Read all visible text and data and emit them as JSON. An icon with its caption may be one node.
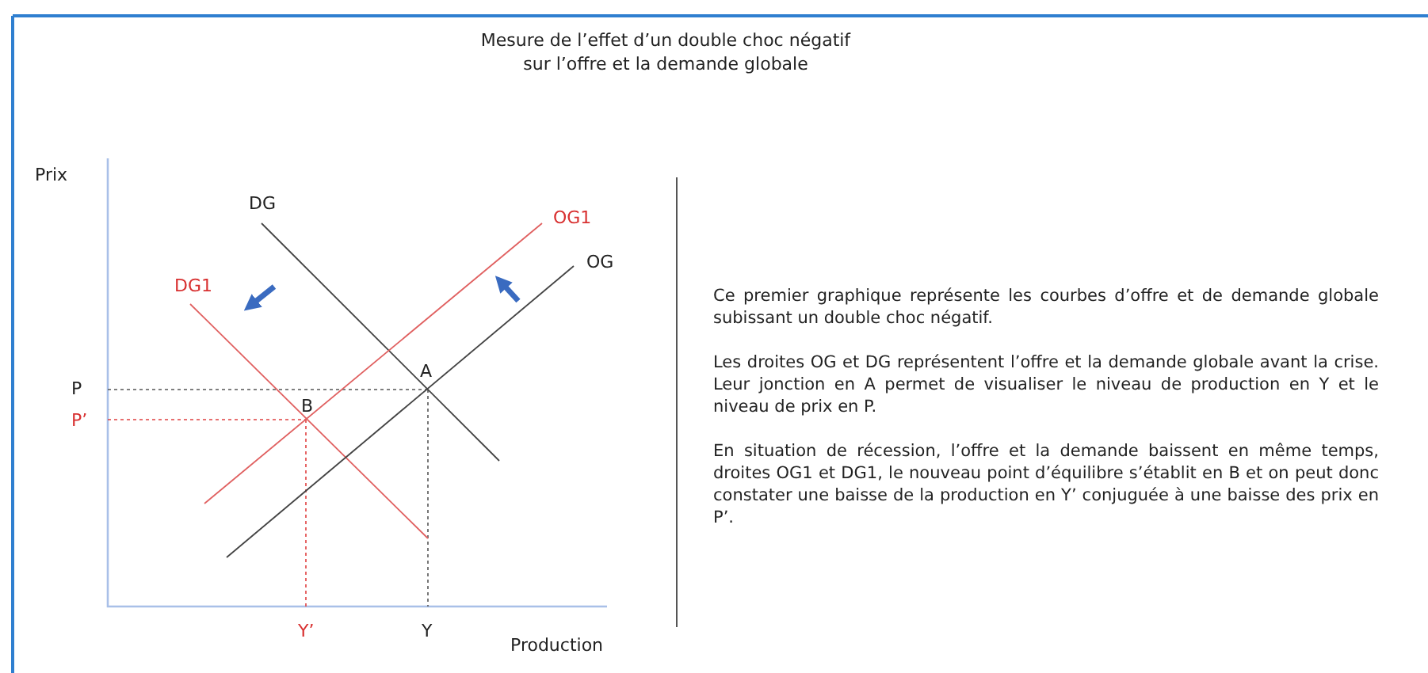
{
  "diagram": {
    "title": "Mesure de l’effet d’un double choc négatif sur l’offre et la demande globale",
    "labels": [
      "Prix",
      "DG",
      "OG1",
      "OG",
      "DG1",
      "A",
      "P",
      "B",
      "P’",
      "Y’",
      "Y",
      "Production",
      "Ce premier graphique représente les courbes d’offre et de demande globale subissant un double choc négatif.",
      "Les droites OG et DG représentent l’offre et la demande globale avant la crise. Leur jonction en A permet de visualiser le niveau de production en Y et le niveau de prix en P.",
      "En situation de récession, l’offre et la demande baissent en même temps, droites OG1 et DG1, le nouveau point d’équilibre s’établit en B et on peut donc constater une baisse de la production en Y’ conjuguée à une baisse des prix en P’."
    ]
  }
}
